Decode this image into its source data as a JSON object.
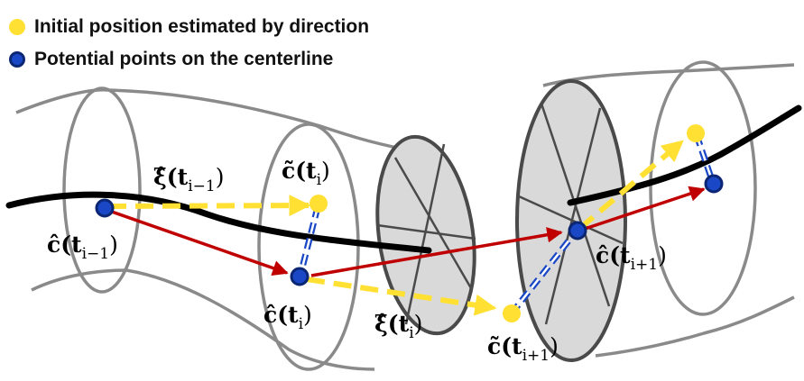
{
  "legend": {
    "yellow_label": "Initial position estimated by direction",
    "blue_label": "Potential points on the centerline"
  },
  "labels": {
    "xi_prev": "ξ̂(t",
    "xi_prev_sub": "i−1",
    "c_tilde_i": "c̃(t",
    "c_tilde_i_sub": "i",
    "c_hat_prev": "ĉ(t",
    "c_hat_prev_sub": "i−1",
    "c_hat_i": "ĉ(t",
    "c_hat_i_sub": "i",
    "xi_i": "ξ̂(t",
    "xi_i_sub": "i",
    "c_tilde_next": "c̃(t",
    "c_tilde_next_sub": "i+1",
    "c_hat_next": "ĉ(t",
    "c_hat_next_sub": "i+1",
    "close_paren": ")"
  },
  "colors": {
    "tube": "#8a8a8a",
    "centerline": "#000000",
    "arrow_red": "#C00000",
    "yellow": "#FFE033",
    "blue": "#1A47C6",
    "blue_dark": "#0B2672",
    "disk_fill": "#d9d9d9"
  }
}
